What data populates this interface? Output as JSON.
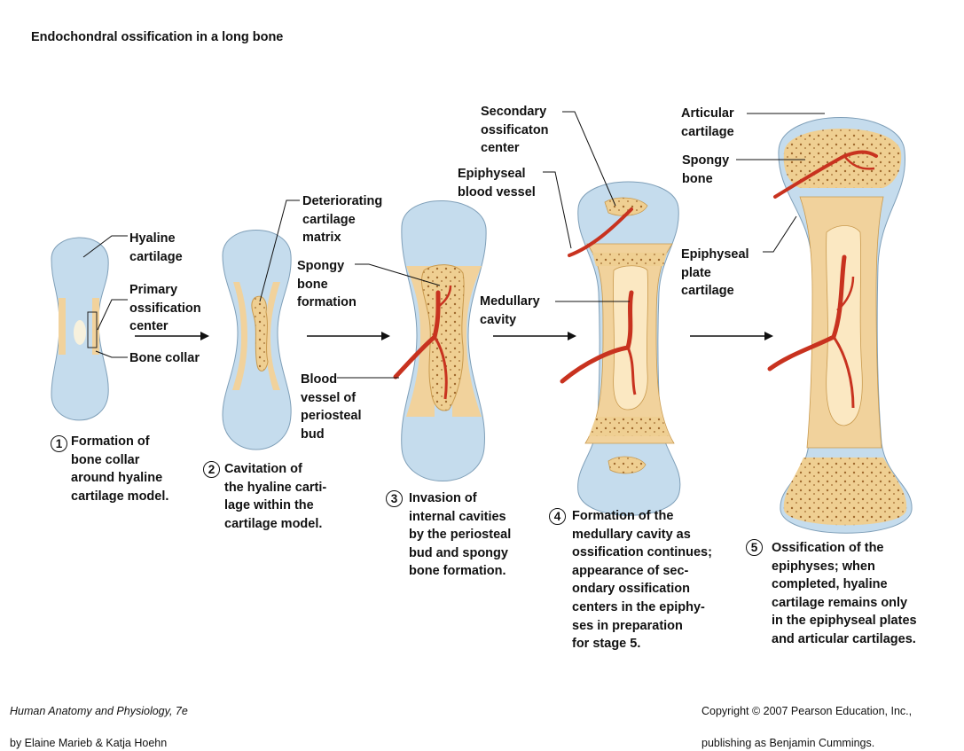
{
  "title": "Endochondral ossification in a long bone",
  "labels": {
    "hyaline_cartilage": "Hyaline\ncartilage",
    "primary_ossification_center": "Primary\nossification\ncenter",
    "bone_collar": "Bone collar",
    "deteriorating_cartilage_matrix": "Deteriorating\ncartilage\nmatrix",
    "spongy_bone_formation": "Spongy\nbone\nformation",
    "blood_vessel_periosteal_bud": "Blood\nvessel of\nperiosteal\nbud",
    "secondary_ossification_center": "Secondary\nossificaton\ncenter",
    "epiphyseal_blood_vessel": "Epiphyseal\nblood vessel",
    "medullary_cavity": "Medullary\ncavity",
    "articular_cartilage": "Articular\ncartilage",
    "spongy_bone": "Spongy\nbone",
    "epiphyseal_plate_cartilage": "Epiphyseal\nplate\ncartilage"
  },
  "stages": [
    {
      "number": "1",
      "caption": "Formation of\nbone collar\naround hyaline\ncartilage model."
    },
    {
      "number": "2",
      "caption": "Cavitation of\nthe hyaline carti-\nlage within the\ncartilage model."
    },
    {
      "number": "3",
      "caption": "Invasion of\ninternal cavities\nby the periosteal\nbud and spongy\nbone formation."
    },
    {
      "number": "4",
      "caption": "Formation of the\nmedullary cavity as\nossification continues;\nappearance of sec-\nondary ossification\ncenters in the epiphy-\nses in preparation\nfor stage 5."
    },
    {
      "number": "5",
      "caption": "Ossification of the\nepiphyses;  when\ncompleted,  hyaline\ncartilage remains only\nin the epiphyseal  plates\nand articular cartilages."
    }
  ],
  "footer": {
    "book_title": "Human Anatomy and Physiology, 7e",
    "authors": "by Elaine Marieb & Katja Hoehn",
    "copyright": "Copyright © 2007 Pearson Education, Inc.,",
    "publisher": "publishing as Benjamin Cummings."
  },
  "colors": {
    "cartilage": "#c5dced",
    "bone": "#f1d29c",
    "bone_edge": "#c99a4e",
    "vessel": "#c8321f",
    "spongy": "#e9c98b"
  }
}
